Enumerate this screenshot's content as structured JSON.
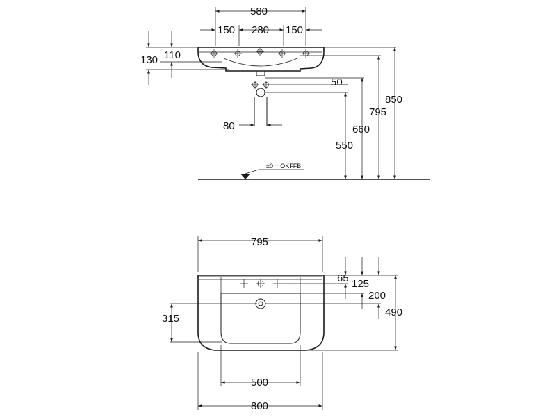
{
  "side_view": {
    "dims": {
      "overall_width": "580",
      "tap_left": "150",
      "tap_center": "280",
      "tap_right": "150",
      "depth_130": "130",
      "depth_110": "110",
      "d50": "50",
      "h850": "850",
      "h795": "795",
      "h660": "660",
      "h550": "550",
      "w80": "80"
    },
    "floor_label": "±0 = OKFFB"
  },
  "top_view": {
    "dims": {
      "width_795": "795",
      "width_800": "800",
      "width_500": "500",
      "d315": "315",
      "d65": "65",
      "d125": "125",
      "d200": "200",
      "d490": "490"
    }
  }
}
